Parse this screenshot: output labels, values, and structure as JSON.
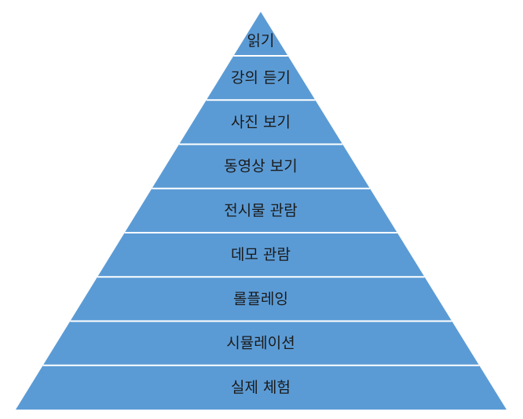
{
  "pyramid": {
    "fill_color": "#5b9bd5",
    "divider_color": "#ffffff",
    "levels": [
      "읽기",
      "강의 듣기",
      "사진 보기",
      "동영상 보기",
      "전시물 관람",
      "데모 관람",
      "롤플레잉",
      "시뮬레이션",
      "실제 체험"
    ]
  }
}
